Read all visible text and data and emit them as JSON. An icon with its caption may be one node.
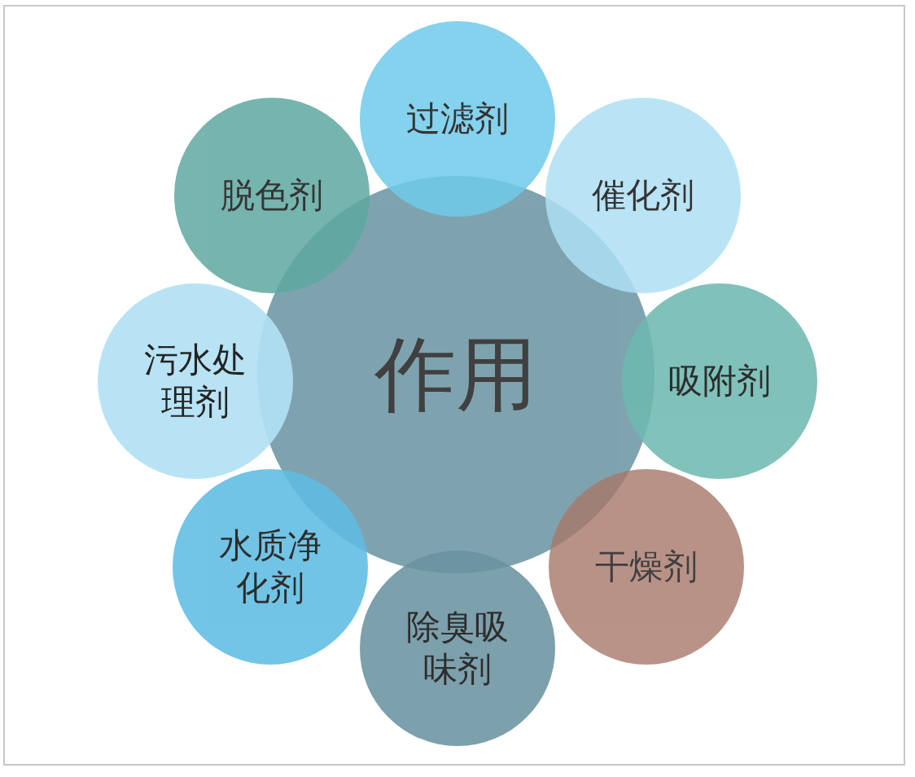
{
  "diagram": {
    "nodes": [
      {
        "text": [
          "作用"
        ]
      },
      {
        "text": [
          "过滤剂"
        ]
      },
      {
        "text": [
          "催化剂"
        ]
      },
      {
        "text": [
          "吸附剂"
        ]
      },
      {
        "text": [
          "干燥剂"
        ]
      },
      {
        "text": [
          "除臭吸味剂"
        ]
      },
      {
        "text": [
          "水质净化剂"
        ]
      },
      {
        "text": [
          "污水处理剂"
        ]
      },
      {
        "text": [
          "脱色剂"
        ]
      }
    ]
  }
}
